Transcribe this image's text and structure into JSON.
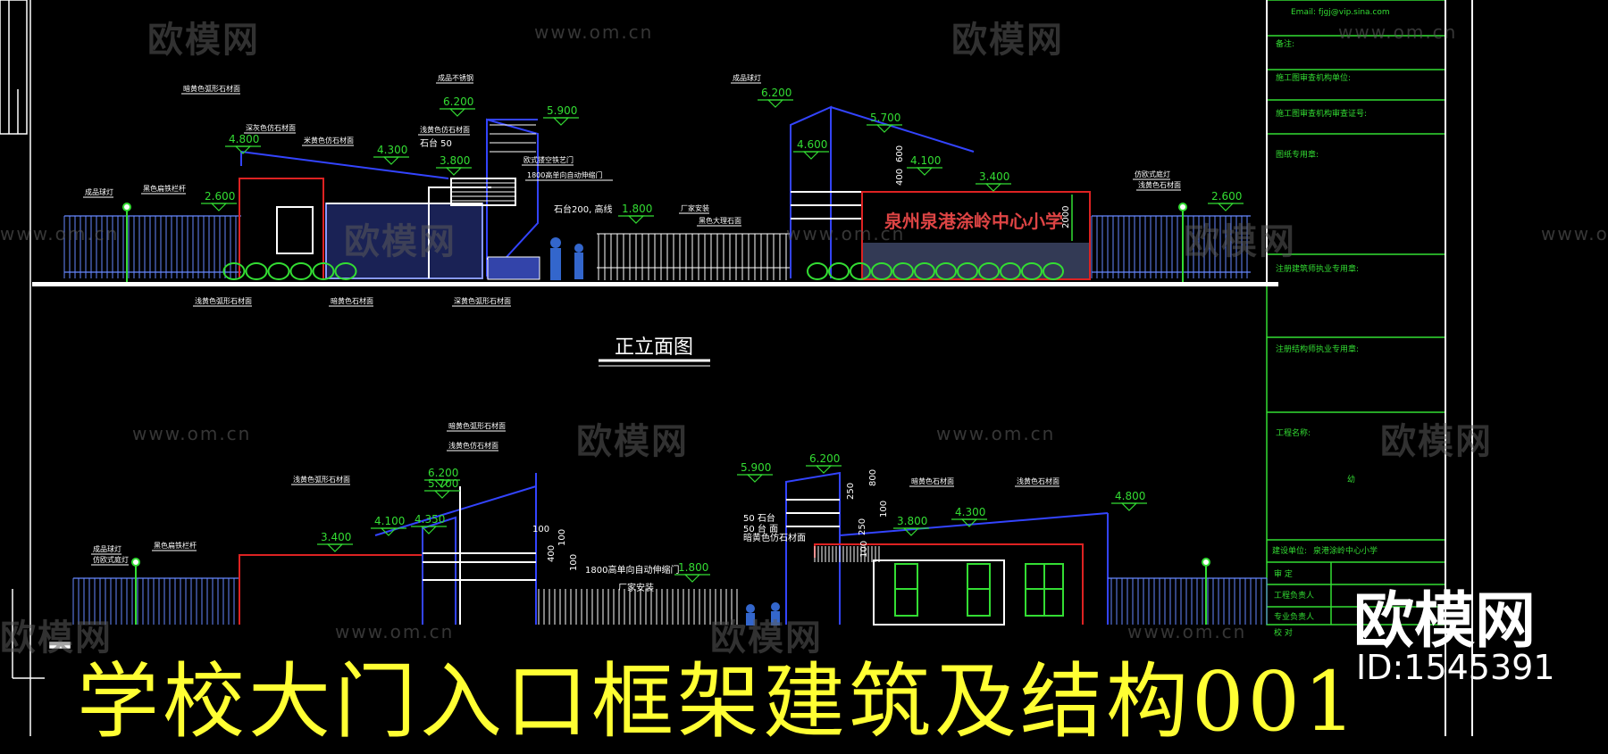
{
  "watermark": {
    "logo": "欧模网",
    "url": "www.om.cn"
  },
  "title_block": {
    "contact": "Email: fjgj@vip.sina.com",
    "rows": [
      "备注:",
      "施工图审查机构单位:",
      "施工图审查机构审查证号:",
      "图纸专用章:",
      "注册建筑师执业专用章:",
      "注册结构师执业专用章:"
    ],
    "project_label": "工程名称:",
    "project_value": "幼",
    "design_unit_label": "建设单位:",
    "design_unit_value": "泉港涂岭中心小学",
    "sign_rows": [
      "审 定",
      "工程负责人",
      "专业负责人",
      "校 对"
    ]
  },
  "front_elevation": {
    "title": "正立面图",
    "sign_text": "泉州泉港涂岭中心小学",
    "sign_height_dim": "2000",
    "levels": [
      "6.200",
      "5.900",
      "4.800",
      "4.300",
      "3.800",
      "2.600",
      "1.800",
      "6.200",
      "5.700",
      "4.600",
      "4.100",
      "3.400",
      "2.600"
    ],
    "dims": [
      "400",
      "600",
      "石台 50",
      "石台200, 高线"
    ],
    "notes": [
      "成品球灯",
      "黑色扁铁栏杆",
      "暗黄色弧形石材面",
      "深灰色仿石材面",
      "米黄色仿石材面",
      "成品不锈钢",
      "浅黄色仿石材面",
      "欧式镂空铁艺门",
      "1800高单向自动伸缩门",
      "厂家安装",
      "黑色大理石面",
      "浅黄色弧形石材面",
      "暗黄色石材面",
      "深黄色弧形石材面",
      "成品球灯",
      "仿欧式庭灯",
      "浅黄色石材面"
    ]
  },
  "rear_elevation": {
    "levels": [
      "6.200",
      "5.700",
      "4.350",
      "4.100",
      "3.400",
      "5.900",
      "6.200",
      "4.300",
      "3.800",
      "4.800",
      "1.800"
    ],
    "dims": [
      "100",
      "400",
      "100",
      "100",
      "50 石台",
      "250",
      "800",
      "250",
      "100",
      "100",
      "1800高单向自动伸缩门",
      "厂家安装",
      "50 台 面",
      "暗黄色仿石材面"
    ],
    "notes": [
      "成品球灯",
      "仿欧式庭灯",
      "黑色扁铁栏杆",
      "浅黄色弧形石材面",
      "暗黄色弧形石材面",
      "浅黄色仿石材面",
      "暗黄色石材面",
      "浅黄色石材面"
    ]
  },
  "caption": "学校大门入口框架建筑及结构001",
  "brand": {
    "name": "欧模网",
    "id": "ID:1545391"
  },
  "colors": {
    "background": "#000000",
    "line": "#ffffff",
    "green": "#33dd33",
    "blue": "#3344ff",
    "red": "#dd2222",
    "yellow": "#ffff33",
    "cyan": "#33ccff"
  }
}
